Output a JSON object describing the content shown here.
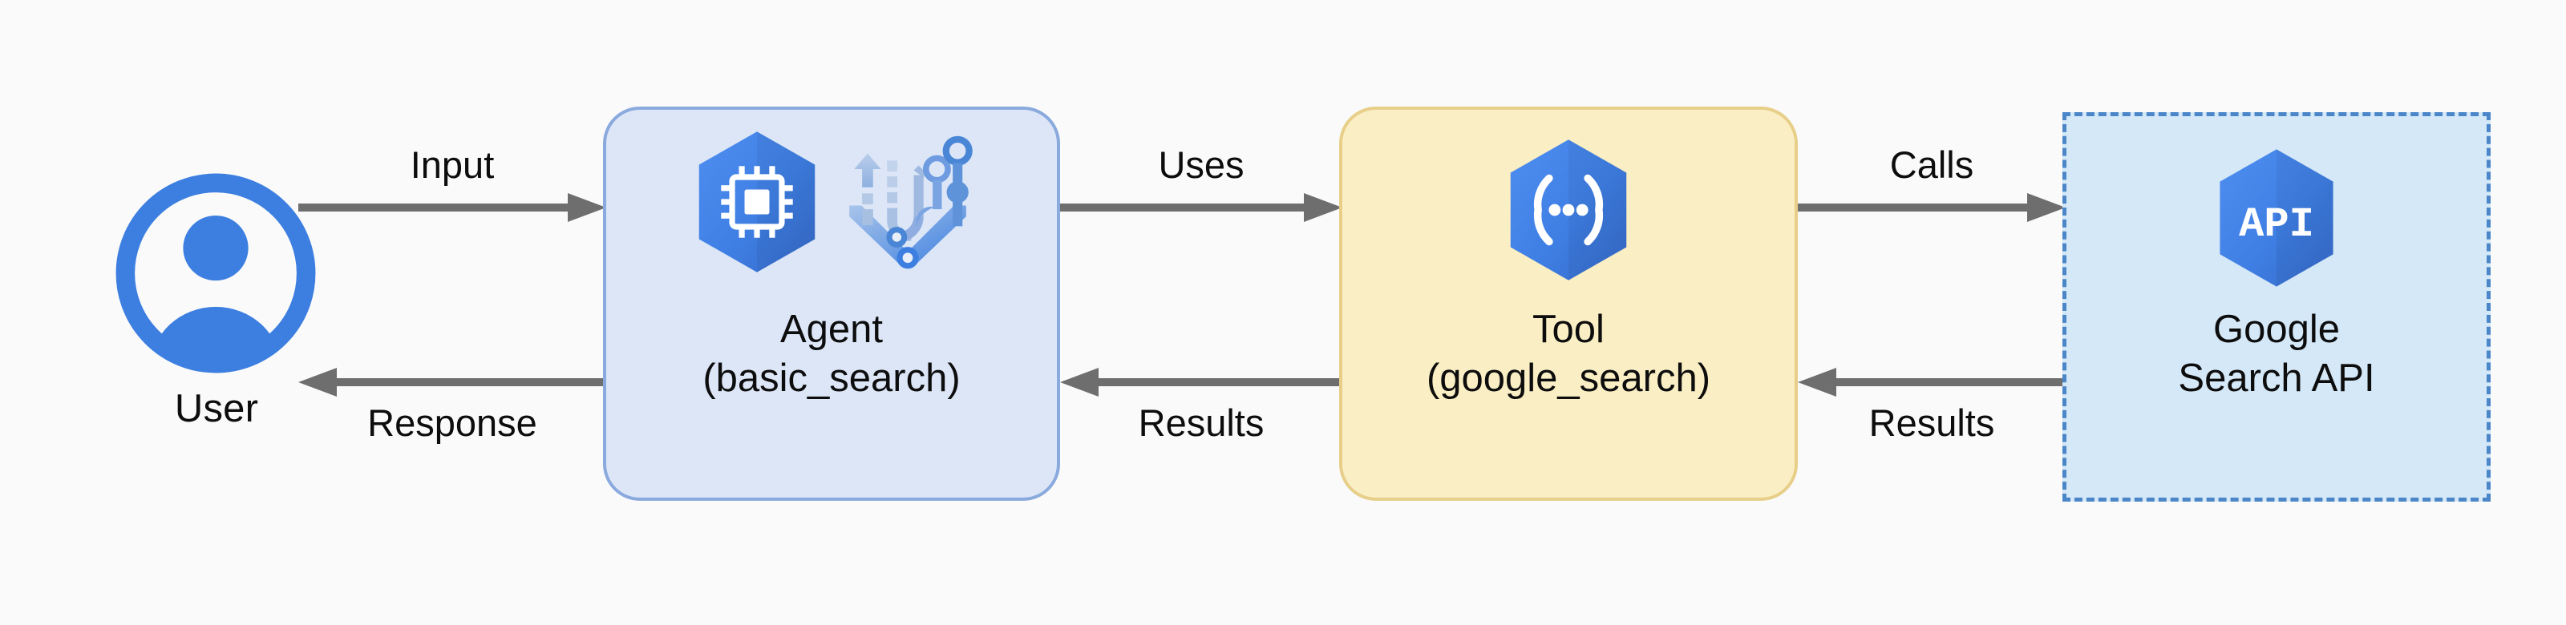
{
  "diagram": {
    "title": "Agent to Tool to Google Search API flow",
    "background_color": "#fafafa",
    "nodes": [
      {
        "id": "user",
        "label": "User",
        "icon": "user-avatar-icon",
        "shape": "circle-avatar",
        "color": "#3d7fe0"
      },
      {
        "id": "agent",
        "label": "Agent\n(basic_search)",
        "line1": "Agent",
        "line2": "(basic_search)",
        "icons": [
          "cpu-hexagon-icon",
          "adk-agent-icon"
        ],
        "shape": "rounded-rect",
        "fill": "#dce6f7",
        "stroke": "#8aaade"
      },
      {
        "id": "tool",
        "label": "Tool\n(google_search)",
        "line1": "Tool",
        "line2": "(google_search)",
        "icons": [
          "brackets-hexagon-icon"
        ],
        "shape": "rounded-rect",
        "fill": "#faeec4",
        "stroke": "#e7cf89"
      },
      {
        "id": "google-search-api",
        "label": "Google\nSearch API",
        "line1": "Google",
        "line2": "Search API",
        "icons": [
          "api-hexagon-icon"
        ],
        "icon_text": "API",
        "shape": "dashed-rect",
        "fill": "#d4e8f7",
        "stroke": "#4a86c8"
      }
    ],
    "edges": [
      {
        "id": "input",
        "label": "Input",
        "from": "user",
        "to": "agent",
        "direction": "right",
        "label_position": "above"
      },
      {
        "id": "response",
        "label": "Response",
        "from": "agent",
        "to": "user",
        "direction": "left",
        "label_position": "below"
      },
      {
        "id": "uses",
        "label": "Uses",
        "from": "agent",
        "to": "tool",
        "direction": "right",
        "label_position": "above"
      },
      {
        "id": "results-1",
        "label": "Results",
        "from": "tool",
        "to": "agent",
        "direction": "left",
        "label_position": "below"
      },
      {
        "id": "calls",
        "label": "Calls",
        "from": "tool",
        "to": "google-search-api",
        "direction": "right",
        "label_position": "above"
      },
      {
        "id": "results-2",
        "label": "Results",
        "from": "google-search-api",
        "to": "tool",
        "direction": "left",
        "label_position": "below"
      }
    ],
    "colors": {
      "arrow": "#6e6e6e",
      "text": "#0d0d0d",
      "google_blue": "#3d7fe0",
      "hex_blue": "#4285f4",
      "hex_blue_dark": "#3367d6"
    }
  }
}
